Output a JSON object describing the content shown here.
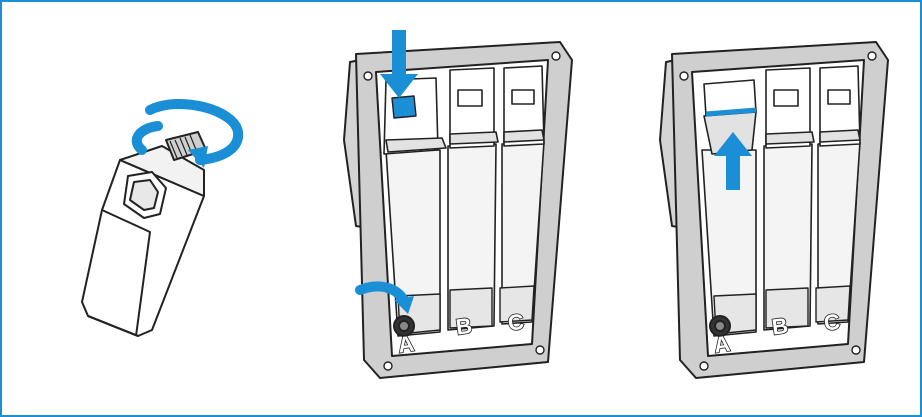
{
  "colors": {
    "frame": "#1a8fd6",
    "arrow": "#1a8fd6",
    "arrow_dark": "#0f6fae",
    "line": "#222222",
    "grey": "#cfcfcf",
    "grey_dark": "#9a9a9a"
  },
  "panels": [
    {
      "name": "bottle-panel",
      "icon": "rotate-arrow-icon"
    },
    {
      "name": "push-down-panel",
      "icon": "down-arrow-icon",
      "slot_labels": [
        "A",
        "B",
        "C"
      ]
    },
    {
      "name": "lift-up-panel",
      "icon": "up-arrow-icon",
      "slot_labels": [
        "A",
        "B",
        "C"
      ]
    }
  ]
}
